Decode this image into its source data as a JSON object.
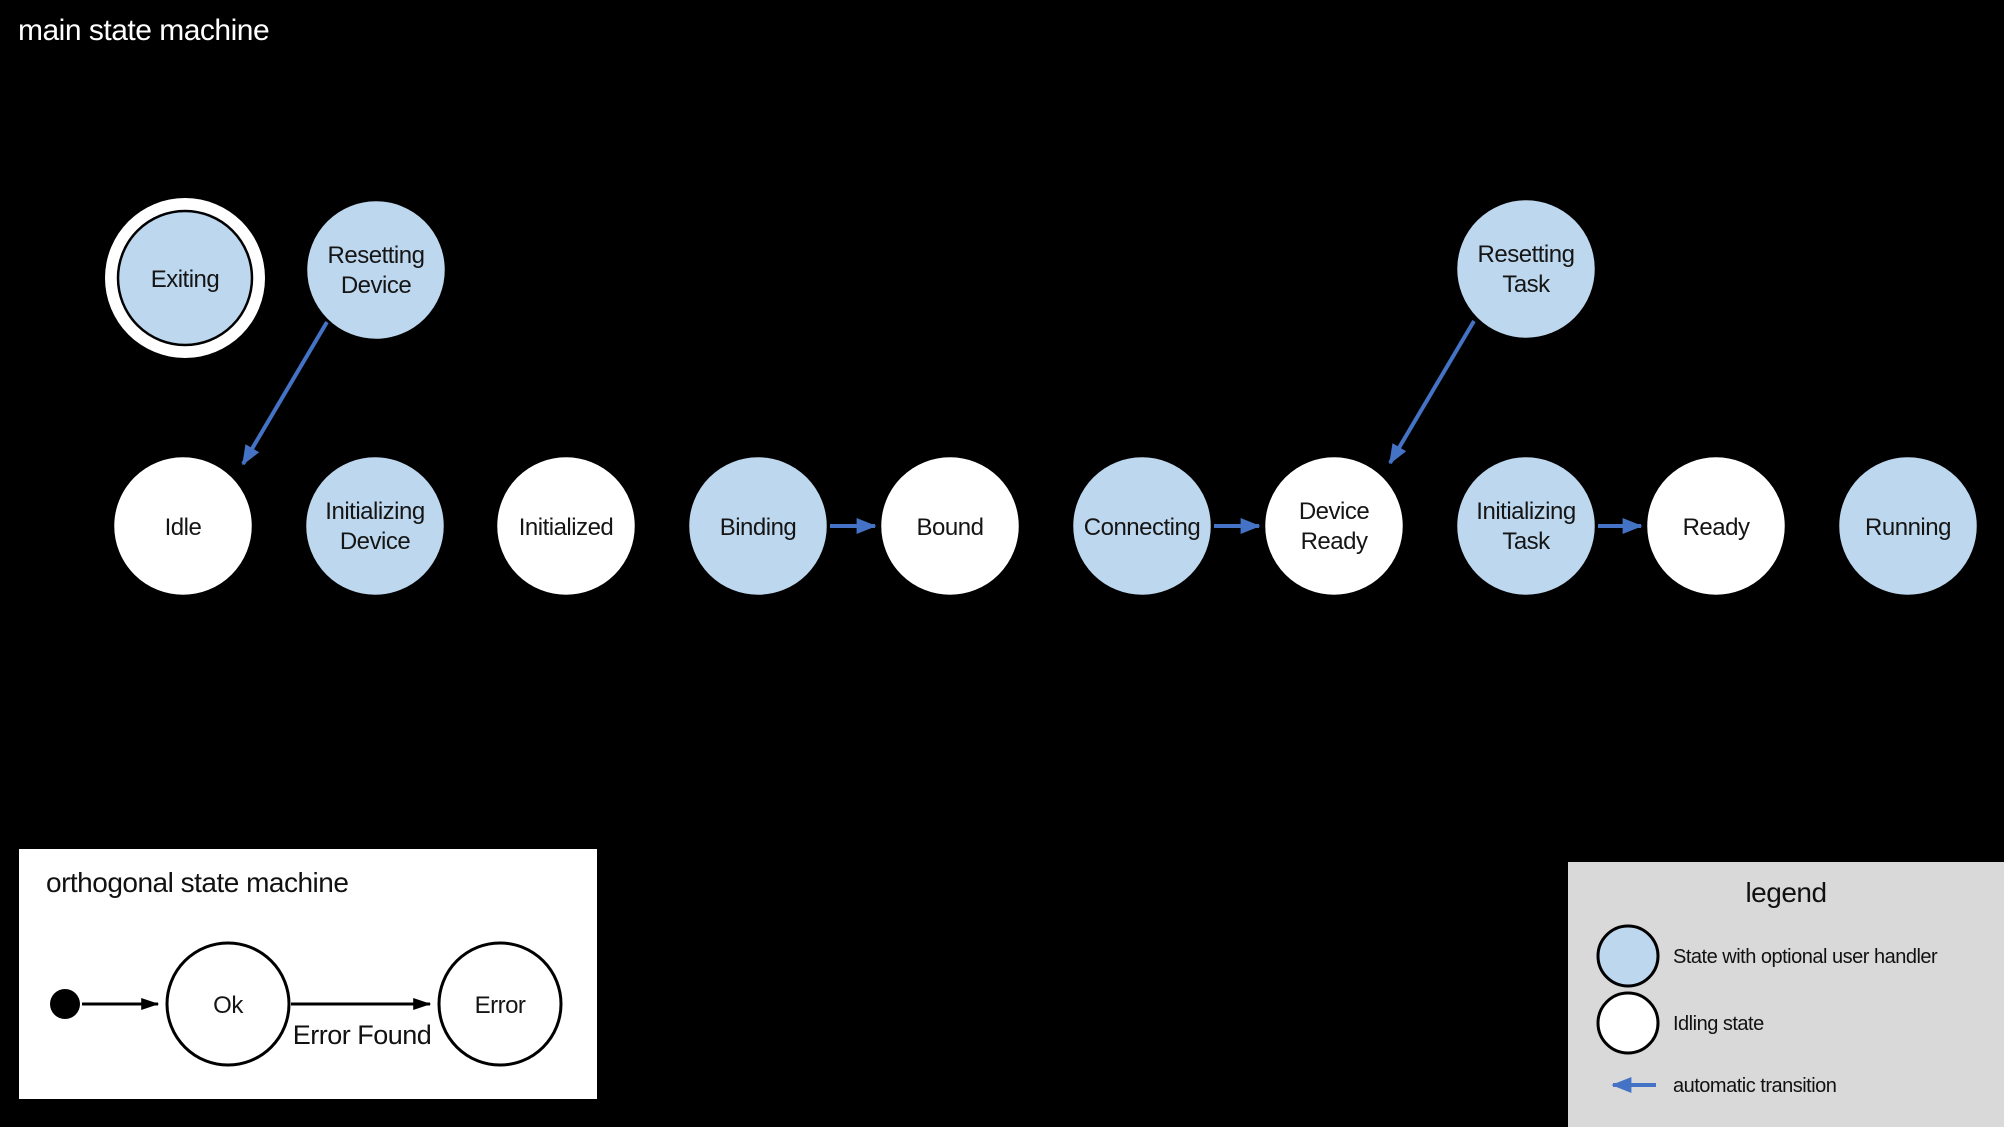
{
  "title": "main state machine",
  "colors": {
    "background": "#000000",
    "state_blue": "#bdd7ee",
    "arrow_blue": "#4472c4",
    "legend_bg": "#d9d9d9",
    "state_white": "#ffffff"
  },
  "main_machine": {
    "title": "main state machine",
    "states": [
      {
        "name": "Exiting",
        "lines": [
          "Exiting"
        ],
        "style": "user-handler-final"
      },
      {
        "name": "Resetting Device",
        "lines": [
          "Resetting",
          "Device"
        ],
        "style": "user-handler"
      },
      {
        "name": "Resetting Task",
        "lines": [
          "Resetting",
          "Task"
        ],
        "style": "user-handler"
      },
      {
        "name": "Idle",
        "lines": [
          "Idle"
        ],
        "style": "idling"
      },
      {
        "name": "Initializing Device",
        "lines": [
          "Initializing",
          "Device"
        ],
        "style": "user-handler"
      },
      {
        "name": "Initialized",
        "lines": [
          "Initialized"
        ],
        "style": "idling"
      },
      {
        "name": "Binding",
        "lines": [
          "Binding"
        ],
        "style": "user-handler"
      },
      {
        "name": "Bound",
        "lines": [
          "Bound"
        ],
        "style": "idling"
      },
      {
        "name": "Connecting",
        "lines": [
          "Connecting"
        ],
        "style": "user-handler"
      },
      {
        "name": "Device Ready",
        "lines": [
          "Device",
          "Ready"
        ],
        "style": "idling"
      },
      {
        "name": "Initializing Task",
        "lines": [
          "Initializing",
          "Task"
        ],
        "style": "user-handler"
      },
      {
        "name": "Ready",
        "lines": [
          "Ready"
        ],
        "style": "idling"
      },
      {
        "name": "Running",
        "lines": [
          "Running"
        ],
        "style": "user-handler"
      }
    ],
    "transitions": [
      {
        "from": "Resetting Device",
        "to": "Idle",
        "type": "automatic"
      },
      {
        "from": "Binding",
        "to": "Bound",
        "type": "automatic"
      },
      {
        "from": "Connecting",
        "to": "Device Ready",
        "type": "automatic"
      },
      {
        "from": "Resetting Task",
        "to": "Device Ready",
        "type": "automatic"
      },
      {
        "from": "Initializing Task",
        "to": "Ready",
        "type": "automatic"
      }
    ]
  },
  "orthogonal_machine": {
    "title": "orthogonal state machine",
    "states": [
      {
        "name": "Ok",
        "label": "Ok"
      },
      {
        "name": "Error",
        "label": "Error"
      }
    ],
    "transitions": [
      {
        "from": "initial",
        "to": "Ok",
        "label": ""
      },
      {
        "from": "Ok",
        "to": "Error",
        "label": "Error Found"
      }
    ],
    "transition_label": "Error Found"
  },
  "legend": {
    "title": "legend",
    "items": [
      {
        "swatch": "state-with-user-handler",
        "label": "State with optional user handler"
      },
      {
        "swatch": "idling-state",
        "label": "Idling state"
      },
      {
        "swatch": "automatic-transition",
        "label": "automatic transition"
      }
    ]
  }
}
